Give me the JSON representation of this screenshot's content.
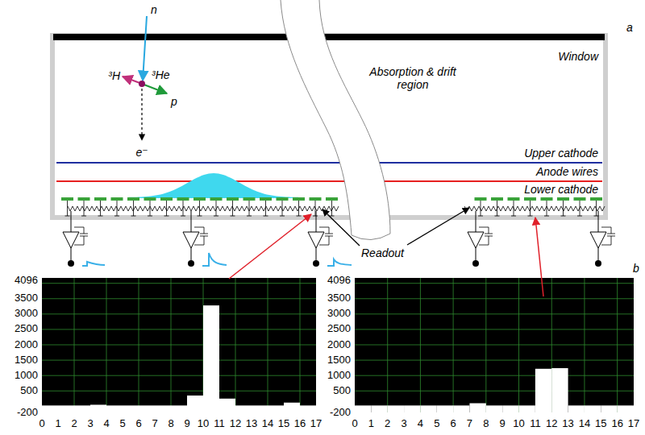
{
  "diagram": {
    "labels": [
      "a",
      "n",
      "³H",
      "³He",
      "p",
      "e⁻",
      "Window",
      "Absorption & drift region",
      "Upper cathode",
      "Anode wires",
      "Lower cathode",
      "Readout",
      "b",
      "4096",
      "3500",
      "3000",
      "2500",
      "2000",
      "1500",
      "1000",
      "500",
      "-200",
      "0",
      "1",
      "2",
      "3",
      "4",
      "5",
      "6",
      "7",
      "8",
      "9",
      "10",
      "11",
      "12",
      "13",
      "14",
      "15",
      "16",
      "17",
      "4096",
      "3500",
      "3000",
      "2500",
      "2000",
      "1500",
      "1000",
      "500",
      "-200",
      "0",
      "1",
      "2",
      "3",
      "4",
      "5",
      "6",
      "7",
      "8",
      "9",
      "10",
      "11",
      "12",
      "13",
      "14",
      "15",
      "16",
      "17"
    ]
  }
}
